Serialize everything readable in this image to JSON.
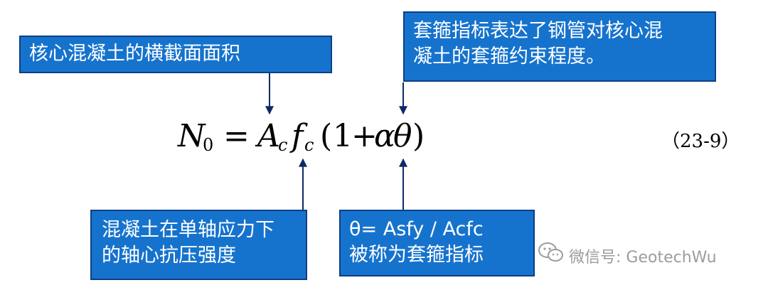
{
  "callouts": {
    "area": "核心混凝土的横截面面积",
    "confinement": [
      "套箍指标表达了钢管对核心混",
      "凝土的套箍约束程度。"
    ],
    "strength": [
      "混凝土在单轴应力下",
      "的轴心抗压强度"
    ],
    "theta": [
      "θ= Asfy / Acfc",
      "被称为套箍指标"
    ]
  },
  "formula": {
    "N": "N",
    "N_sub": "0",
    "equals": "=",
    "A": "A",
    "A_sub": "c",
    "f": "f",
    "f_sub": "c",
    "paren_open": "(",
    "one": "1",
    "plus": "+",
    "alpha": "α",
    "theta": "θ",
    "paren_close": ")"
  },
  "equation_number": "（23-9）",
  "watermark": "微信号: GeotechWu",
  "colors": {
    "callout_fill": "#1673cd",
    "callout_border": "#0d3f86",
    "arrow": "#0d2a66",
    "watermark": "#9c9c9c"
  }
}
